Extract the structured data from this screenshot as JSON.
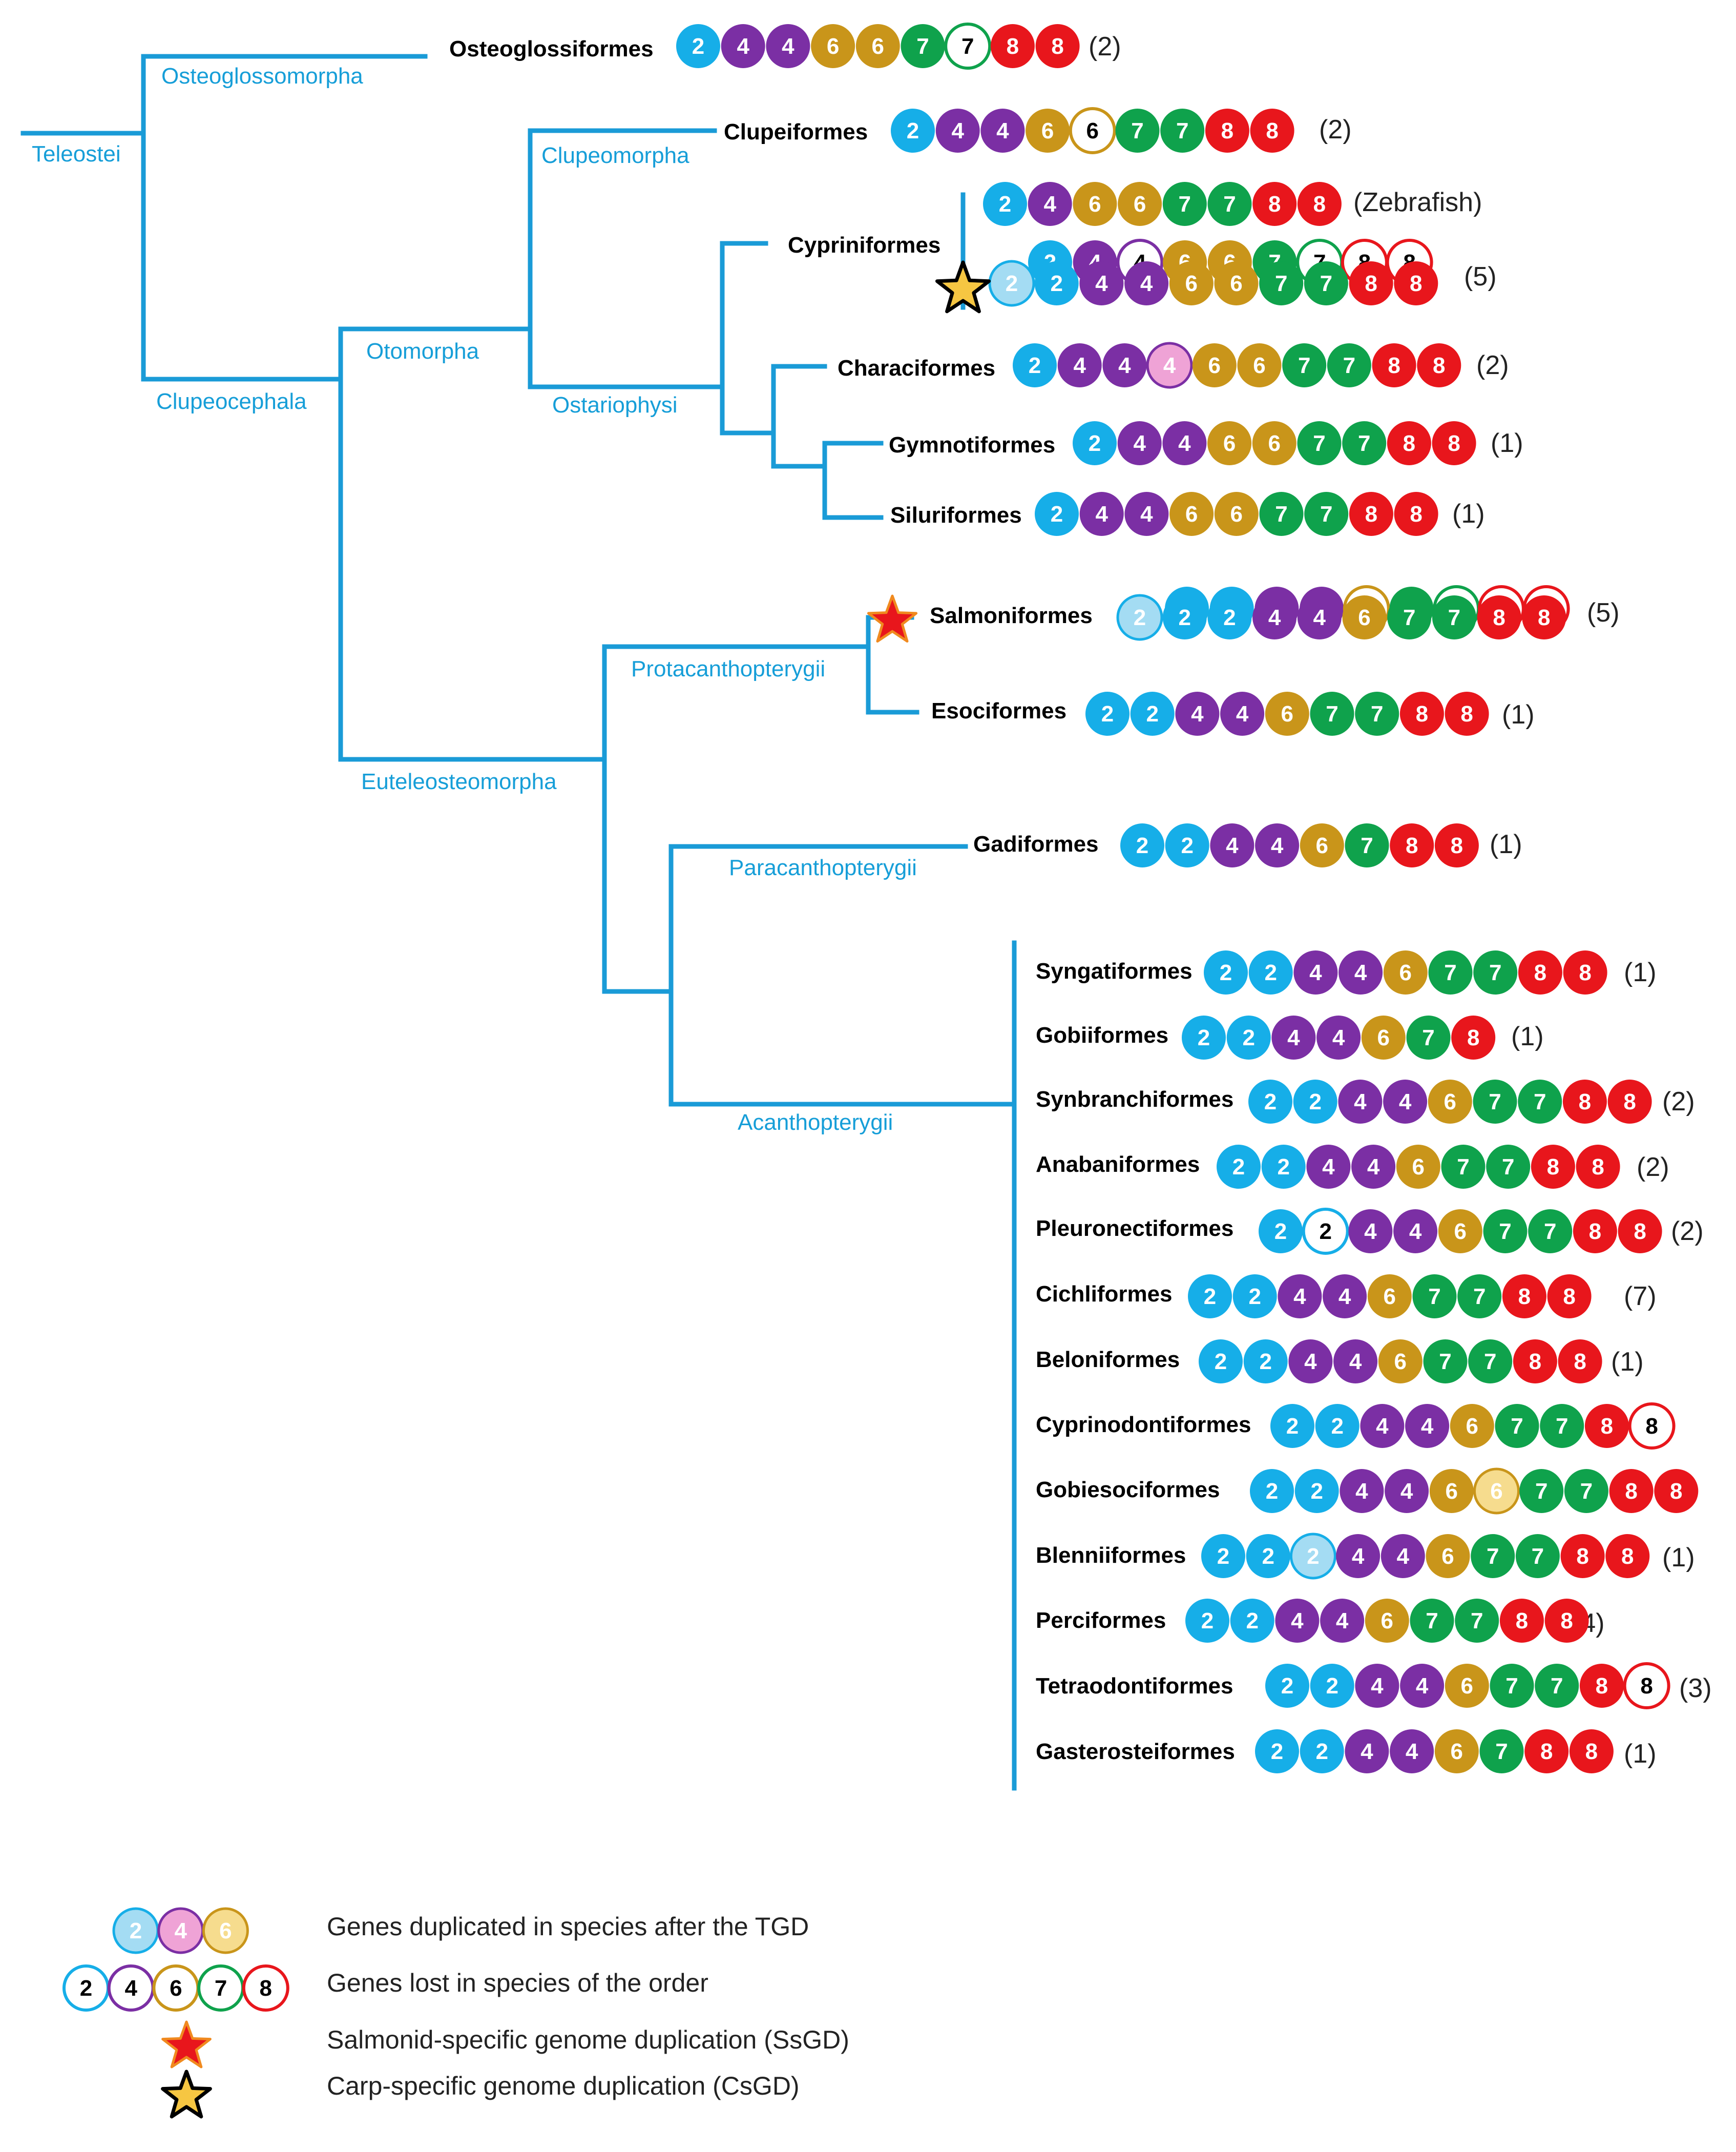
{
  "colors": {
    "branch": "#1a9bd7",
    "clade_label": "#169ed8",
    "2": "#16aee8",
    "4": "#7b2fa4",
    "6": "#c9951a",
    "7": "#0fa24c",
    "8": "#e8161c",
    "2_dup": "#a4dcf3",
    "4_dup": "#efa3d6",
    "6_dup": "#f6dc8e",
    "star_salmonid": "#e8161c",
    "star_carp": "#f6c642"
  },
  "clades": {
    "teleostei": "Teleostei",
    "osteoglossomorpha": "Osteoglossomorpha",
    "clupeocephala": "Clupeocephala",
    "otomorpha": "Otomorpha",
    "clupeomorpha": "Clupeomorpha",
    "ostariophysi": "Ostariophysi",
    "euteleosteomorpha": "Euteleosteomorpha",
    "protacanthopterygii": "Protacanthopterygii",
    "paracanthopterygii": "Paracanthopterygii",
    "acanthopterygii": "Acanthopterygii"
  },
  "orders": [
    {
      "name": "Osteoglossiformes",
      "count": "(2)",
      "genes": [
        [
          "2",
          "f"
        ],
        [
          "4",
          "f"
        ],
        [
          "4",
          "f"
        ],
        [
          "6",
          "f"
        ],
        [
          "6",
          "f"
        ],
        [
          "7",
          "f"
        ],
        [
          "7",
          "o"
        ],
        [
          "8",
          "f"
        ],
        [
          "8",
          "f"
        ]
      ]
    },
    {
      "name": "Clupeiformes",
      "count": "(2)",
      "genes": [
        [
          "2",
          "f"
        ],
        [
          "4",
          "f"
        ],
        [
          "4",
          "f"
        ],
        [
          "6",
          "f"
        ],
        [
          "6",
          "o"
        ],
        [
          "7",
          "f"
        ],
        [
          "7",
          "f"
        ],
        [
          "8",
          "f"
        ],
        [
          "8",
          "f"
        ]
      ]
    },
    {
      "name": "Cypriniformes",
      "count": "(Zebrafish)",
      "genes": [
        [
          "2",
          "f"
        ],
        [
          "4",
          "f"
        ],
        [
          "6",
          "f"
        ],
        [
          "6",
          "f"
        ],
        [
          "7",
          "f"
        ],
        [
          "7",
          "f"
        ],
        [
          "8",
          "f"
        ],
        [
          "8",
          "f"
        ]
      ]
    },
    {
      "name": "",
      "count": "(5)",
      "genes": [
        [
          "2",
          "d"
        ],
        [
          "2",
          "f"
        ],
        [
          "4",
          "f"
        ],
        [
          "4",
          "f"
        ],
        [
          "6",
          "f"
        ],
        [
          "6",
          "f"
        ],
        [
          "7",
          "f"
        ],
        [
          "7",
          "f"
        ],
        [
          "8",
          "f"
        ],
        [
          "8",
          "f"
        ]
      ]
    },
    {
      "name": "Characiformes",
      "count": "(2)",
      "genes": [
        [
          "2",
          "f"
        ],
        [
          "4",
          "f"
        ],
        [
          "4",
          "f"
        ],
        [
          "4",
          "d"
        ],
        [
          "6",
          "f"
        ],
        [
          "6",
          "f"
        ],
        [
          "7",
          "f"
        ],
        [
          "7",
          "f"
        ],
        [
          "8",
          "f"
        ],
        [
          "8",
          "f"
        ]
      ]
    },
    {
      "name": "Gymnotiformes",
      "count": "(1)",
      "genes": [
        [
          "2",
          "f"
        ],
        [
          "4",
          "f"
        ],
        [
          "4",
          "f"
        ],
        [
          "6",
          "f"
        ],
        [
          "6",
          "f"
        ],
        [
          "7",
          "f"
        ],
        [
          "7",
          "f"
        ],
        [
          "8",
          "f"
        ],
        [
          "8",
          "f"
        ]
      ]
    },
    {
      "name": "Siluriformes",
      "count": "(1)",
      "genes": [
        [
          "2",
          "f"
        ],
        [
          "4",
          "f"
        ],
        [
          "4",
          "f"
        ],
        [
          "6",
          "f"
        ],
        [
          "6",
          "f"
        ],
        [
          "7",
          "f"
        ],
        [
          "7",
          "f"
        ],
        [
          "8",
          "f"
        ],
        [
          "8",
          "f"
        ]
      ]
    },
    {
      "name": "Salmoniformes",
      "count": "(5)",
      "genes": [
        [
          "2",
          "d"
        ],
        [
          "2",
          "f"
        ],
        [
          "2",
          "f"
        ],
        [
          "4",
          "f"
        ],
        [
          "4",
          "f"
        ],
        [
          "6",
          "f"
        ],
        [
          "7",
          "f"
        ],
        [
          "7",
          "f"
        ],
        [
          "8",
          "f"
        ],
        [
          "8",
          "f"
        ]
      ]
    },
    {
      "name": "Esociformes",
      "count": "(1)",
      "genes": [
        [
          "2",
          "f"
        ],
        [
          "2",
          "f"
        ],
        [
          "4",
          "f"
        ],
        [
          "4",
          "f"
        ],
        [
          "6",
          "f"
        ],
        [
          "7",
          "f"
        ],
        [
          "7",
          "f"
        ],
        [
          "8",
          "f"
        ],
        [
          "8",
          "f"
        ]
      ]
    },
    {
      "name": "Gadiformes",
      "count": "(1)",
      "genes": [
        [
          "2",
          "f"
        ],
        [
          "2",
          "f"
        ],
        [
          "4",
          "f"
        ],
        [
          "4",
          "f"
        ],
        [
          "6",
          "f"
        ],
        [
          "7",
          "f"
        ],
        [
          "8",
          "f"
        ],
        [
          "8",
          "f"
        ]
      ]
    },
    {
      "name": "Syngatiformes",
      "count": "(1)",
      "genes": [
        [
          "2",
          "f"
        ],
        [
          "2",
          "f"
        ],
        [
          "4",
          "f"
        ],
        [
          "4",
          "f"
        ],
        [
          "6",
          "f"
        ],
        [
          "7",
          "f"
        ],
        [
          "7",
          "f"
        ],
        [
          "8",
          "f"
        ],
        [
          "8",
          "f"
        ]
      ]
    },
    {
      "name": "Gobiiformes",
      "count": "(1)",
      "genes": [
        [
          "2",
          "f"
        ],
        [
          "2",
          "f"
        ],
        [
          "4",
          "f"
        ],
        [
          "4",
          "f"
        ],
        [
          "6",
          "f"
        ],
        [
          "7",
          "f"
        ],
        [
          "8",
          "f"
        ]
      ]
    },
    {
      "name": "Synbranchiformes",
      "count": "(2)",
      "genes": [
        [
          "2",
          "f"
        ],
        [
          "2",
          "f"
        ],
        [
          "4",
          "f"
        ],
        [
          "4",
          "f"
        ],
        [
          "6",
          "f"
        ],
        [
          "7",
          "f"
        ],
        [
          "7",
          "f"
        ],
        [
          "8",
          "f"
        ],
        [
          "8",
          "f"
        ]
      ]
    },
    {
      "name": "Anabaniformes",
      "count": "(2)",
      "genes": [
        [
          "2",
          "f"
        ],
        [
          "2",
          "f"
        ],
        [
          "4",
          "f"
        ],
        [
          "4",
          "f"
        ],
        [
          "6",
          "f"
        ],
        [
          "7",
          "f"
        ],
        [
          "7",
          "f"
        ],
        [
          "8",
          "f"
        ],
        [
          "8",
          "f"
        ]
      ]
    },
    {
      "name": "Pleuronectiformes",
      "count": "(2)",
      "genes": [
        [
          "2",
          "f"
        ],
        [
          "2",
          "o"
        ],
        [
          "4",
          "f"
        ],
        [
          "4",
          "f"
        ],
        [
          "6",
          "f"
        ],
        [
          "7",
          "f"
        ],
        [
          "7",
          "f"
        ],
        [
          "8",
          "f"
        ],
        [
          "8",
          "f"
        ]
      ]
    },
    {
      "name": "Cichliformes",
      "count": "(7)",
      "genes": [
        [
          "2",
          "f"
        ],
        [
          "2",
          "f"
        ],
        [
          "4",
          "f"
        ],
        [
          "4",
          "f"
        ],
        [
          "6",
          "f"
        ],
        [
          "7",
          "f"
        ],
        [
          "7",
          "f"
        ],
        [
          "8",
          "f"
        ],
        [
          "8",
          "f"
        ]
      ]
    },
    {
      "name": "Beloniformes",
      "count": "(1)",
      "genes": [
        [
          "2",
          "f"
        ],
        [
          "2",
          "f"
        ],
        [
          "4",
          "f"
        ],
        [
          "4",
          "f"
        ],
        [
          "6",
          "f"
        ],
        [
          "7",
          "f"
        ],
        [
          "7",
          "f"
        ],
        [
          "8",
          "f"
        ],
        [
          "8",
          "f"
        ]
      ]
    },
    {
      "name": "Cyprinodontiformes",
      "count": "",
      "genes": [
        [
          "2",
          "f"
        ],
        [
          "2",
          "f"
        ],
        [
          "4",
          "f"
        ],
        [
          "4",
          "f"
        ],
        [
          "6",
          "f"
        ],
        [
          "7",
          "f"
        ],
        [
          "7",
          "f"
        ],
        [
          "8",
          "f"
        ],
        [
          "8",
          "o"
        ]
      ]
    },
    {
      "name": "Gobiesociformes",
      "count": "",
      "genes": [
        [
          "2",
          "f"
        ],
        [
          "2",
          "f"
        ],
        [
          "4",
          "f"
        ],
        [
          "4",
          "f"
        ],
        [
          "6",
          "f"
        ],
        [
          "6",
          "d"
        ],
        [
          "7",
          "f"
        ],
        [
          "7",
          "f"
        ],
        [
          "8",
          "f"
        ],
        [
          "8",
          "f"
        ]
      ]
    },
    {
      "name": "Blenniiformes",
      "count": "(1)",
      "genes": [
        [
          "2",
          "f"
        ],
        [
          "2",
          "f"
        ],
        [
          "2",
          "d"
        ],
        [
          "4",
          "f"
        ],
        [
          "4",
          "f"
        ],
        [
          "6",
          "f"
        ],
        [
          "7",
          "f"
        ],
        [
          "7",
          "f"
        ],
        [
          "8",
          "f"
        ],
        [
          "8",
          "f"
        ]
      ]
    },
    {
      "name": "Perciformes",
      "count": "(14)",
      "genes": [
        [
          "2",
          "f"
        ],
        [
          "2",
          "f"
        ],
        [
          "4",
          "f"
        ],
        [
          "4",
          "f"
        ],
        [
          "6",
          "f"
        ],
        [
          "7",
          "f"
        ],
        [
          "7",
          "f"
        ],
        [
          "8",
          "f"
        ],
        [
          "8",
          "f"
        ]
      ]
    },
    {
      "name": "Tetraodontiformes",
      "count": "(3)",
      "genes": [
        [
          "2",
          "f"
        ],
        [
          "2",
          "f"
        ],
        [
          "4",
          "f"
        ],
        [
          "4",
          "f"
        ],
        [
          "6",
          "f"
        ],
        [
          "7",
          "f"
        ],
        [
          "7",
          "f"
        ],
        [
          "8",
          "f"
        ],
        [
          "8",
          "o"
        ]
      ]
    },
    {
      "name": "Gasterosteiformes",
      "count": "(1)",
      "genes": [
        [
          "2",
          "f"
        ],
        [
          "2",
          "f"
        ],
        [
          "4",
          "f"
        ],
        [
          "4",
          "f"
        ],
        [
          "6",
          "f"
        ],
        [
          "7",
          "f"
        ],
        [
          "8",
          "f"
        ],
        [
          "8",
          "f"
        ]
      ]
    }
  ],
  "shadow_layers": {
    "cypriniformes": [
      [
        "2",
        "f"
      ],
      [
        "4",
        "f"
      ],
      [
        "4",
        "o"
      ],
      [
        "6",
        "f"
      ],
      [
        "6",
        "f"
      ],
      [
        "7",
        "f"
      ],
      [
        "7",
        "o"
      ],
      [
        "8",
        "o"
      ],
      [
        "8",
        "o"
      ]
    ],
    "salmoniformes": [
      [
        "2",
        "f"
      ],
      [
        "2",
        "f"
      ],
      [
        "4",
        "f"
      ],
      [
        "4",
        "f"
      ],
      [
        "6",
        "o"
      ],
      [
        "7",
        "f"
      ],
      [
        "7",
        "o"
      ],
      [
        "8",
        "o"
      ],
      [
        "8",
        "o"
      ]
    ]
  },
  "legend": {
    "duplicated": {
      "genes": [
        [
          "2",
          "d"
        ],
        [
          "4",
          "d"
        ],
        [
          "6",
          "d"
        ]
      ],
      "text": "Genes duplicated in species after the TGD"
    },
    "lost": {
      "genes": [
        [
          "2",
          "o"
        ],
        [
          "4",
          "o"
        ],
        [
          "6",
          "o"
        ],
        [
          "7",
          "o"
        ],
        [
          "8",
          "o"
        ]
      ],
      "text": "Genes lost in species of the order"
    },
    "salmonid": {
      "text": "Salmonid-specific genome duplication (SsGD)"
    },
    "carp": {
      "text": "Carp-specific genome duplication (CsGD)"
    }
  }
}
